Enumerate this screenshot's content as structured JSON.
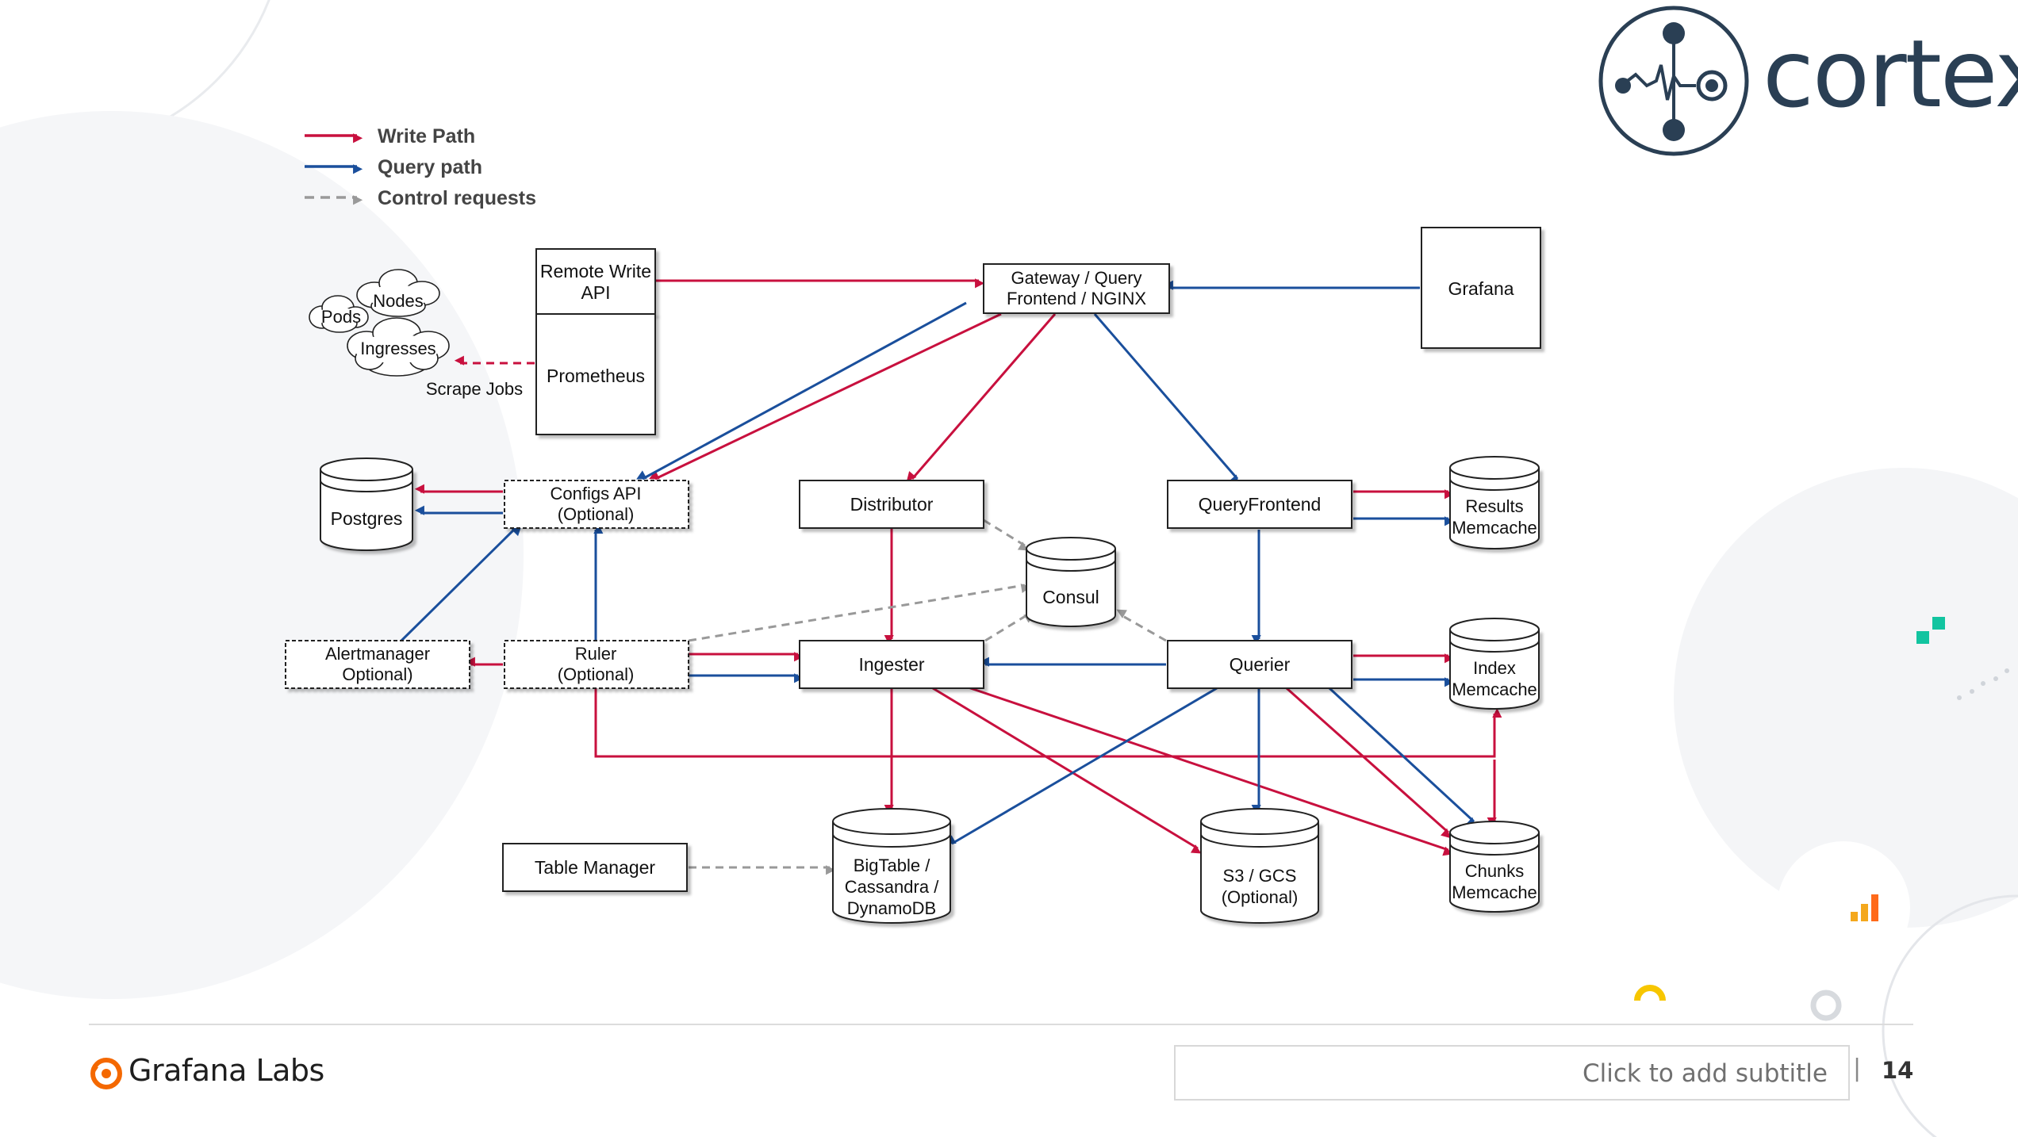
{
  "branding": {
    "cortex_wordmark": "cortex",
    "grafana_labs": "Grafana Labs"
  },
  "footer": {
    "subtitle_placeholder": "Click to add subtitle",
    "separator": "|",
    "page_number": "14"
  },
  "legend": {
    "write_path": "Write Path",
    "query_path": "Query path",
    "control_requests": "Control requests"
  },
  "colors": {
    "write": "#c8103e",
    "query": "#1a4f9c",
    "control": "#999999",
    "brand_dark": "#2a3f54",
    "grafana_orange": "#f46800"
  },
  "nodes": {
    "remote_write_api": [
      "Remote Write",
      "API"
    ],
    "prometheus": "Prometheus",
    "gateway": [
      "Gateway / Query",
      "Frontend / NGINX"
    ],
    "grafana": "Grafana",
    "pods": "Pods",
    "nodes": "Nodes",
    "ingresses": "Ingresses",
    "scrape_jobs": "Scrape Jobs",
    "postgres": "Postgres",
    "configs_api": [
      "Configs API",
      "(Optional)"
    ],
    "distributor": "Distributor",
    "query_frontend": "QueryFrontend",
    "results_memcache": [
      "Results",
      "Memcache"
    ],
    "consul": "Consul",
    "alertmanager": [
      "Alertmanager",
      "Optional)"
    ],
    "ruler": [
      "Ruler",
      "(Optional)"
    ],
    "ingester": "Ingester",
    "querier": "Querier",
    "index_memcache": [
      "Index",
      "Memcache"
    ],
    "table_manager": "Table Manager",
    "bigtable": [
      "BigTable /",
      "Cassandra /",
      "DynamoDB"
    ],
    "s3_gcs": [
      "S3 / GCS",
      "(Optional)"
    ],
    "chunks_memcache": [
      "Chunks",
      "Memcache"
    ]
  }
}
